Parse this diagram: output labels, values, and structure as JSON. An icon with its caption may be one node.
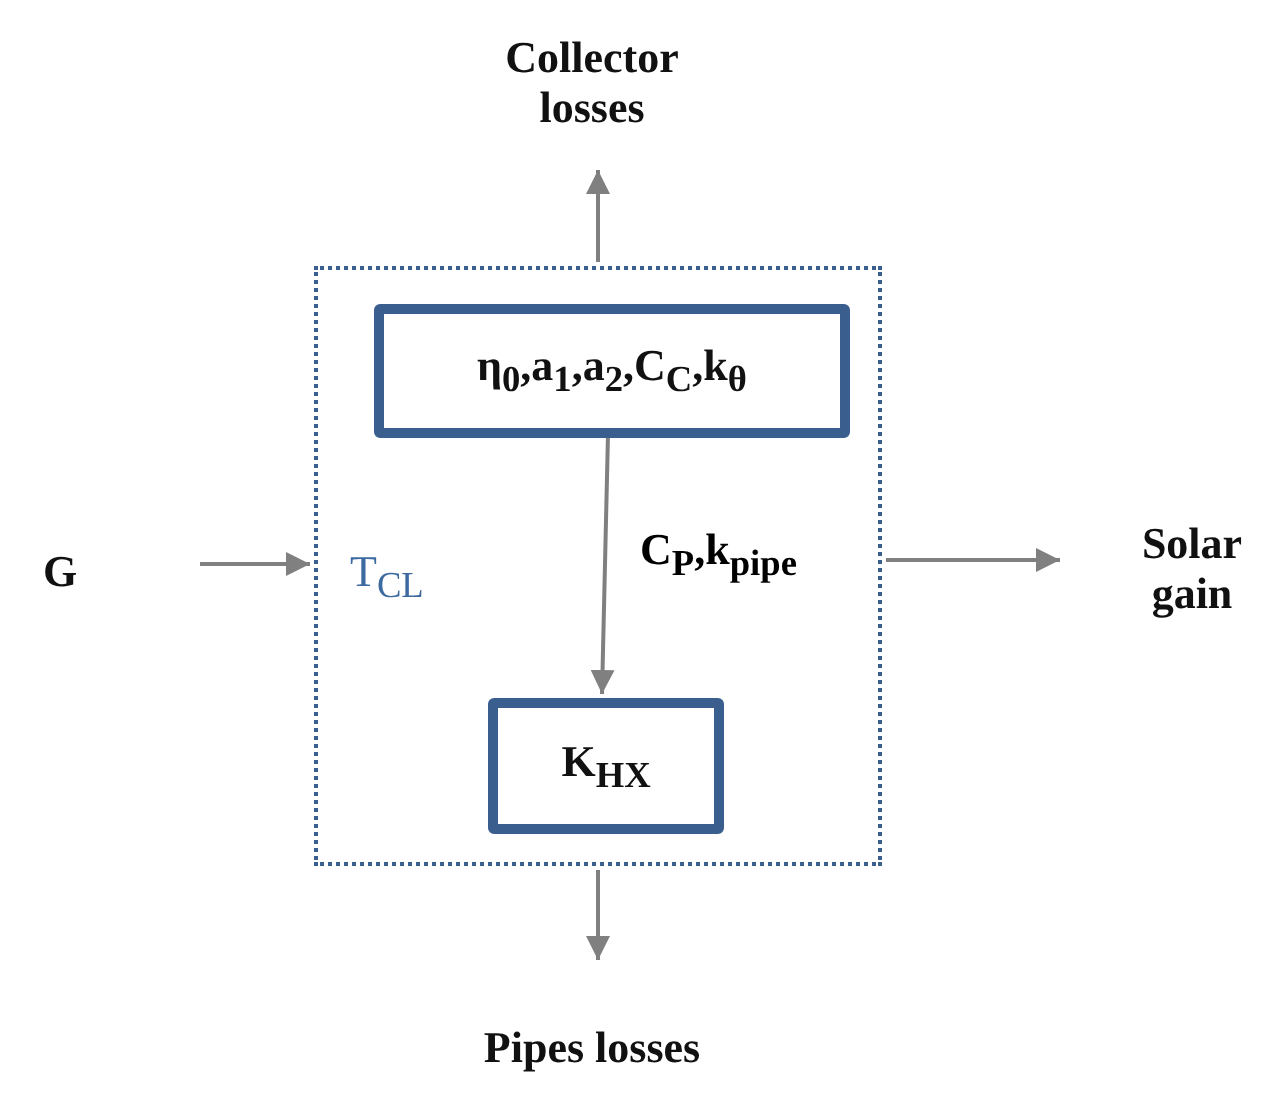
{
  "diagram": {
    "nodes": [
      {
        "text": [
          "G"
        ]
      },
      {
        "text": [
          "Collector losses"
        ]
      },
      {
        "text": [
          "T$_{CL}$"
        ]
      },
      {
        "text": [
          "η$_{0}$,a$_{1}$,a$_{2}$,C$_{C}$,k$_{θ}$"
        ],
        "in": 2
      },
      {
        "text": [
          "K$_{HX}$"
        ],
        "in": 2
      },
      {
        "text": [
          "Solar gain"
        ]
      },
      {
        "text": [
          "Pipes losses"
        ]
      }
    ],
    "edges": [
      {
        "from": 0,
        "to": 2,
        "arrow": "to"
      },
      {
        "from": 2,
        "to": 1,
        "arrow": "to"
      },
      {
        "from": 3,
        "to": 4,
        "arrow": "to",
        "label": "C$_{P}$,k$_{pipe}$"
      },
      {
        "from": 2,
        "to": 5,
        "arrow": "to"
      },
      {
        "from": 2,
        "to": 6,
        "arrow": "to"
      }
    ]
  }
}
